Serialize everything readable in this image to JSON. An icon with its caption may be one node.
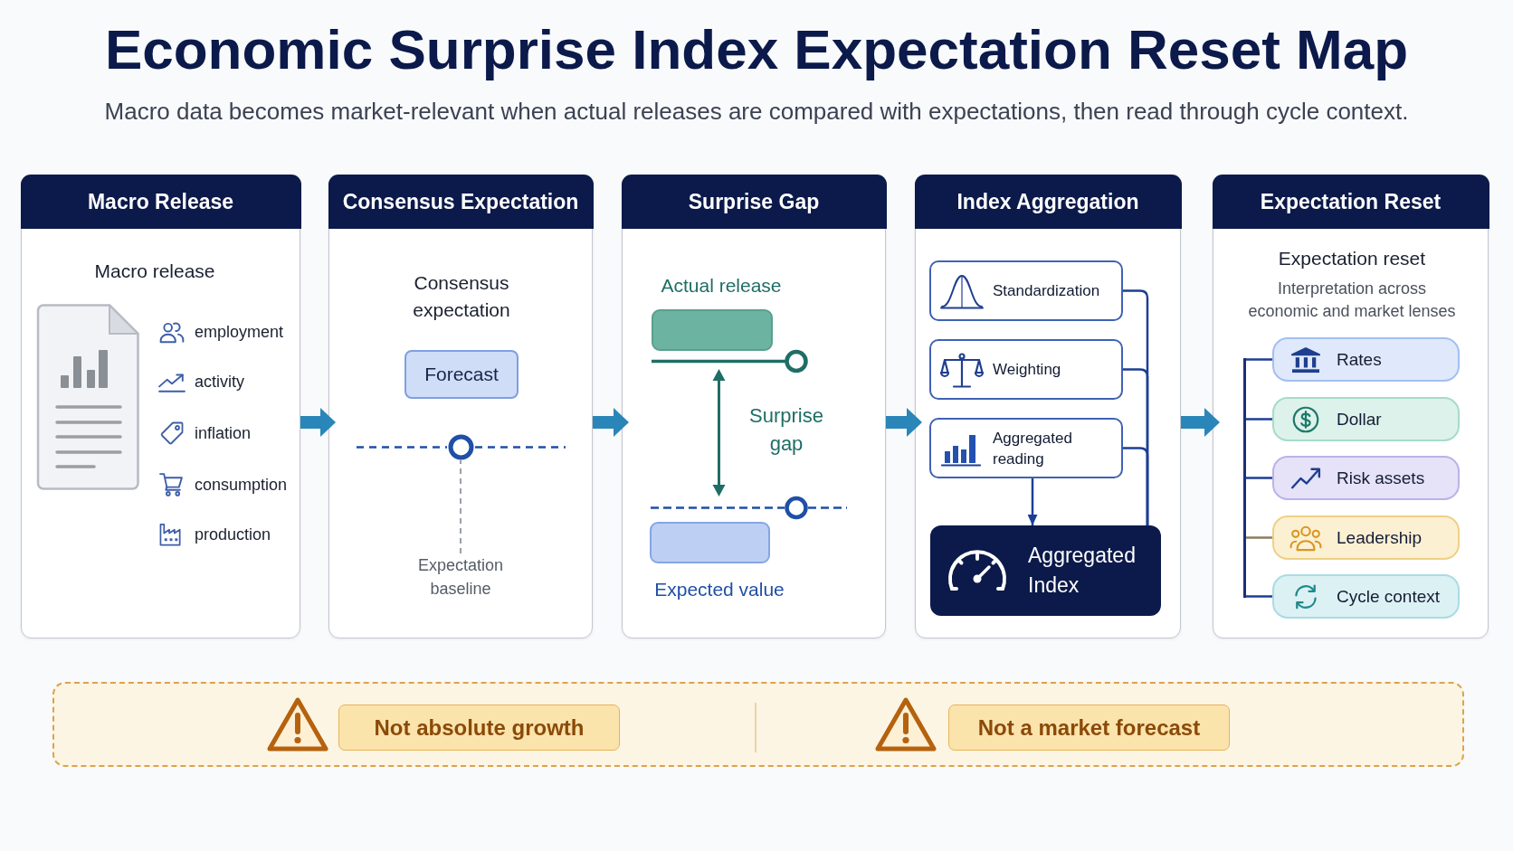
{
  "diagram": {
    "title": "Economic Surprise Index Expectation Reset Map",
    "caption": "Macro data becomes market-relevant when actual releases are compared with expectations, then read through cycle context.",
    "nodes": [
      {
        "text": [
          "Macro Release",
          "Macro release",
          "employment",
          "activity",
          "inflation",
          "consumption",
          "production"
        ]
      },
      {
        "text": [
          "Consensus Expectation",
          "Consensus expectation"
        ]
      },
      {
        "text": [
          "Forecast"
        ],
        "in": 1
      },
      {
        "text": [],
        "shape": "circle",
        "in": 1
      },
      {
        "text": [
          "Expectation baseline"
        ],
        "in": 1
      },
      {
        "text": [
          "Surprise Gap",
          "Surprise gap"
        ]
      },
      {
        "text": [],
        "shape": "bar",
        "in": 5,
        "beside": [
          "Actual release"
        ]
      },
      {
        "text": [],
        "shape": "bar",
        "in": 5,
        "beside": [
          "Expected value"
        ]
      },
      {
        "text": [
          "Index Aggregation"
        ]
      },
      {
        "text": [
          "Standardization"
        ],
        "in": 8
      },
      {
        "text": [
          "Weighting"
        ],
        "in": 8
      },
      {
        "text": [
          "Aggregated reading"
        ],
        "in": 8
      },
      {
        "text": [
          "Aggregated Index"
        ],
        "in": 8
      },
      {
        "text": [
          "Expectation Reset",
          "Expectation reset",
          "Interpretation across economic and market lenses"
        ]
      },
      {
        "text": [
          "Rates"
        ],
        "in": 13
      },
      {
        "text": [
          "Dollar"
        ],
        "in": 13
      },
      {
        "text": [
          "Risk assets"
        ],
        "in": 13
      },
      {
        "text": [
          "Leadership"
        ],
        "in": 13
      },
      {
        "text": [
          "Cycle context"
        ],
        "in": 13
      },
      {
        "text": [],
        "shape": "bar",
        "in": 13
      },
      {
        "text": [],
        "shape": "box"
      },
      {
        "text": [
          "Not absolute growth"
        ],
        "in": 20
      },
      {
        "text": [
          "Not a market forecast"
        ],
        "in": 20
      }
    ],
    "edges": [
      {
        "from": 0,
        "to": 1,
        "arrow": "to",
        "style": "thick",
        "color": "#2a86b8"
      },
      {
        "from": 1,
        "to": 5,
        "arrow": "to",
        "style": "thick",
        "color": "#2a86b8"
      },
      {
        "from": 5,
        "to": 8,
        "arrow": "to",
        "style": "thick",
        "color": "#2a86b8"
      },
      {
        "from": 8,
        "to": 13,
        "arrow": "to",
        "style": "thick",
        "color": "#2a86b8"
      },
      {
        "from": 4,
        "to": 3,
        "arrow": "none",
        "style": "dashed",
        "color": "#9aa0a8"
      },
      {
        "from": 9,
        "to": 12,
        "arrow": "none"
      },
      {
        "from": 10,
        "to": 12,
        "arrow": "none"
      },
      {
        "from": 11,
        "to": 12,
        "arrow": "none"
      },
      {
        "from": 11,
        "to": 12,
        "arrow": "to"
      },
      {
        "from": 19,
        "to": 14,
        "arrow": "none"
      },
      {
        "from": 19,
        "to": 15,
        "arrow": "none"
      },
      {
        "from": 19,
        "to": 16,
        "arrow": "none"
      },
      {
        "from": 19,
        "to": 17,
        "arrow": "none",
        "color": "#8c7d5e"
      },
      {
        "from": 19,
        "to": 18,
        "arrow": "none"
      }
    ]
  }
}
